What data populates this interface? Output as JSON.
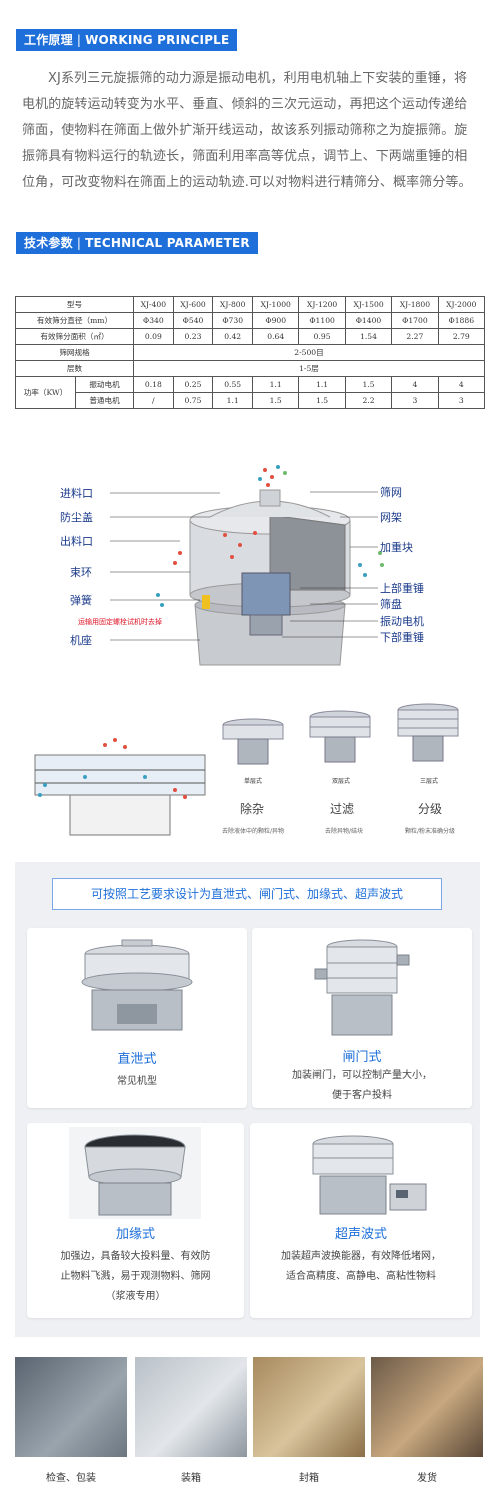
{
  "section1": {
    "cn": "工作原理",
    "sep": "|",
    "en": "WORKING PRINCIPLE"
  },
  "intro": "XJ系列三元旋振筛的动力源是振动电机，利用电机轴上下安装的重锤，将电机的旋转运动转变为水平、垂直、倾斜的三次元运动，再把这个运动传递给筛面，使物料在筛面上做外扩渐开线运动，故该系列振动筛称之为旋振筛。旋振筛具有物料运行的轨迹长，筛面利用率高等优点，调节上、下两端重锤的相位角，可改变物料在筛面上的运动轨迹.可以对物料进行精筛分、概率筛分等。",
  "section2": {
    "cn": "技术参数",
    "sep": "|",
    "en": "TECHNICAL PARAMETER"
  },
  "table": {
    "model_label": "型号",
    "models": [
      "XJ-400",
      "XJ-600",
      "XJ-800",
      "XJ-1000",
      "XJ-1200",
      "XJ-1500",
      "XJ-1800",
      "XJ-2000"
    ],
    "diam_label": "有效筛分直径（mm）",
    "diam": [
      "Φ340",
      "Φ540",
      "Φ730",
      "Φ900",
      "Φ1100",
      "Φ1400",
      "Φ1700",
      "Φ1886"
    ],
    "area_label": "有效筛分面积（㎡）",
    "area": [
      "0.09",
      "0.23",
      "0.42",
      "0.64",
      "0.95",
      "1.54",
      "2.27",
      "2.79"
    ],
    "mesh_label": "筛网规格",
    "mesh": "2-500目",
    "layers_label": "层数",
    "layers": "1-5层",
    "power_label": "功率（KW）",
    "vib_label": "振动电机",
    "vib": [
      "0.18",
      "0.25",
      "0.55",
      "1.1",
      "1.1",
      "1.5",
      "4",
      "4"
    ],
    "normal_label": "普通电机",
    "normal": [
      "/",
      "0.75",
      "1.1",
      "1.5",
      "1.5",
      "2.2",
      "3",
      "3"
    ]
  },
  "diagram": {
    "left": [
      "进料口",
      "防尘盖",
      "出料口",
      "束环",
      "弹簧",
      "机座"
    ],
    "right": [
      "筛网",
      "网架",
      "加重块",
      "上部重锤",
      "筛盘",
      "振动电机",
      "下部重锤"
    ],
    "warning": "运输用固定螺栓试机时去掉"
  },
  "apps": [
    {
      "type": "单层式",
      "name": "除杂",
      "desc": "去除液体中的颗粒/异物"
    },
    {
      "type": "双层式",
      "name": "过滤",
      "desc": "去除异物/结块"
    },
    {
      "type": "三层式",
      "name": "分级",
      "desc": "颗粒/粉末准确分级"
    }
  ],
  "banner": "可按照工艺要求设计为直泄式、闸门式、加缘式、超声波式",
  "cards": [
    {
      "title": "直泄式",
      "desc": [
        "常见机型"
      ]
    },
    {
      "title": "闸门式",
      "desc": [
        "加装闸门，可以控制产量大小，",
        "便于客户投料"
      ]
    },
    {
      "title": "加缘式",
      "desc": [
        "加强边，具备较大投料量、有效防",
        "止物料飞溅，易于观测物料、筛网",
        "（浆液专用）"
      ]
    },
    {
      "title": "超声波式",
      "desc": [
        "加装超声波换能器，有效降低堵网，",
        "适合高精度、高静电、高粘性物料"
      ]
    }
  ],
  "photos": [
    "检查、包装",
    "装箱",
    "封箱",
    "发货"
  ],
  "colors": {
    "accent": "#1e6fd9",
    "panel": "#eef0f3"
  }
}
